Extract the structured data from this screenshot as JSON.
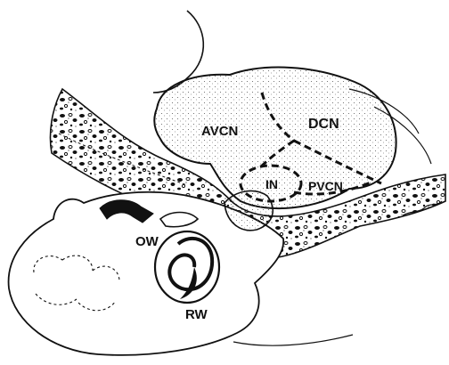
{
  "labels": {
    "avcn": "AVCN",
    "dcn": "DCN",
    "in": "IN",
    "pvcn": "PVCN",
    "ow": "OW",
    "rw": "RW"
  },
  "colors": {
    "ink": "#111111",
    "paper": "#ffffff",
    "stipple": "#555555"
  }
}
